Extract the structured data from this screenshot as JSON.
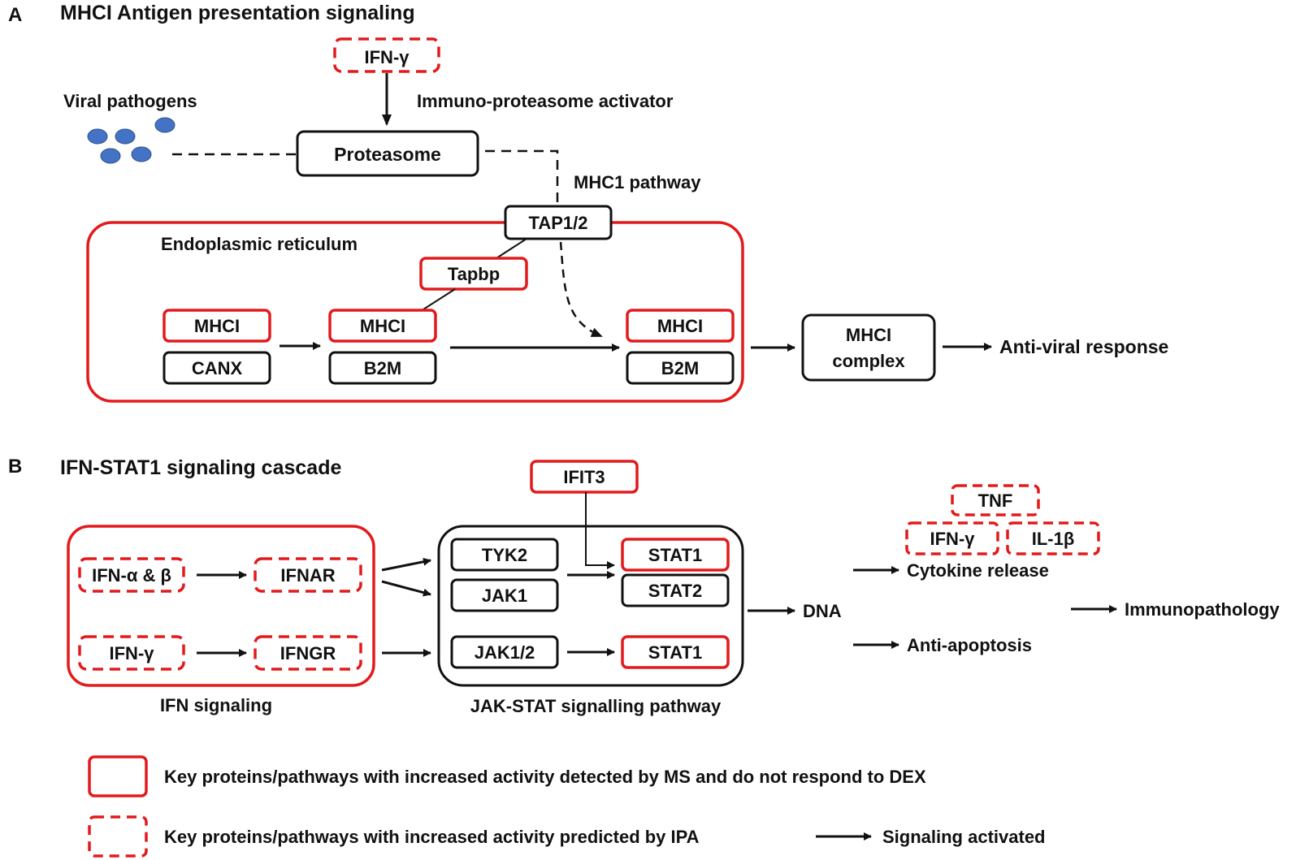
{
  "colors": {
    "accent_red": "#e31a1c",
    "black": "#111111",
    "pathogen_blue": "#4472c4"
  },
  "panel_a": {
    "letter": "A",
    "title": "MHCI Antigen presentation signaling",
    "ifn_gamma": "IFN-γ",
    "viral_pathogens": "Viral pathogens",
    "activator_label": "Immuno-proteasome activator",
    "proteasome": "Proteasome",
    "mhc1_pathway": "MHC1 pathway",
    "tap": "TAP1/2",
    "er_label": "Endoplasmic reticulum",
    "tapbp": "Tapbp",
    "mhci_1": "MHCI",
    "canx": "CANX",
    "mhci_2": "MHCI",
    "b2m_1": "B2M",
    "mhci_3": "MHCI",
    "b2m_2": "B2M",
    "complex_line1": "MHCI",
    "complex_line2": "complex",
    "antiviral": "Anti-viral response"
  },
  "panel_b": {
    "letter": "B",
    "title": "IFN-STAT1 signaling cascade",
    "ifn_ab": "IFN-α & β",
    "ifnar": "IFNAR",
    "ifn_gamma": "IFN-γ",
    "ifngr": "IFNGR",
    "ifn_signaling": "IFN signaling",
    "ifit3": "IFIT3",
    "tyk2": "TYK2",
    "jak1": "JAK1",
    "stat1_top": "STAT1",
    "stat2": "STAT2",
    "jak12": "JAK1/2",
    "stat1_bottom": "STAT1",
    "jak_stat_label": "JAK-STAT signalling pathway",
    "dna": "DNA",
    "tnf": "TNF",
    "ifn_gamma_out": "IFN-γ",
    "il1b": "IL-1β",
    "cytokine_release": "Cytokine release",
    "anti_apoptosis": "Anti-apoptosis",
    "immunopathology": "Immunopathology"
  },
  "legend": {
    "solid_text": "Key proteins/pathways with increased activity detected by MS and do not respond to DEX",
    "dashed_text": "Key proteins/pathways with increased activity predicted by IPA",
    "arrow_text": "Signaling activated"
  }
}
